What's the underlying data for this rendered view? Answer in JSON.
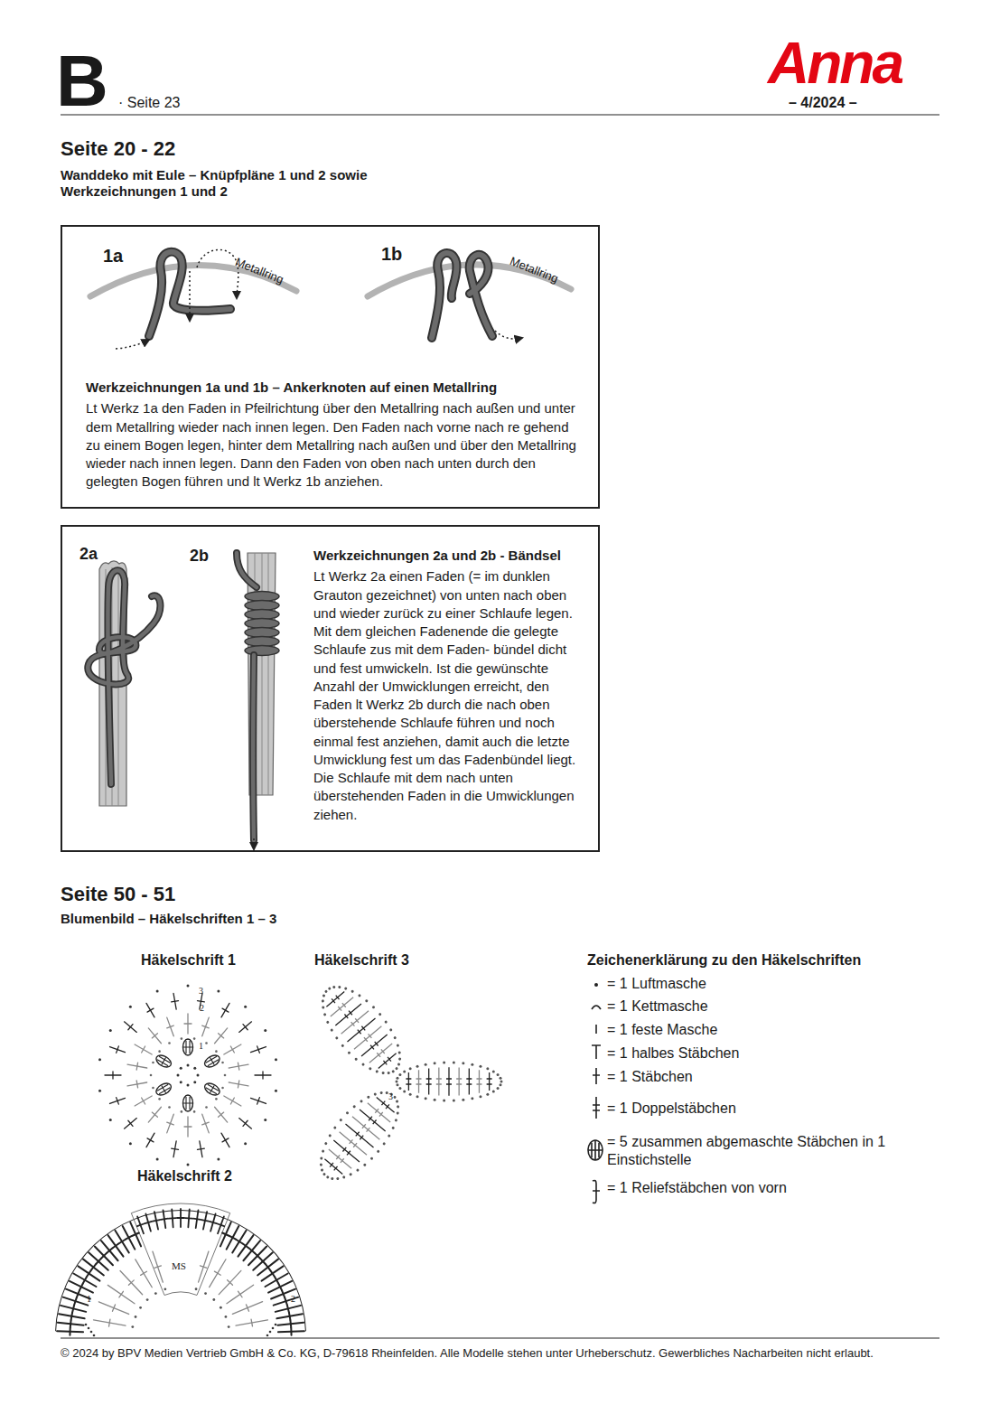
{
  "diagram": {
    "nodes": [
      {
        "text": [
          "Werkzeichnungen 1a und 1b – Ankerknoten auf einen Metallring",
          "Lt Werkz 1a den Faden in Pfeilrichtung über den Metallring nach außen und unter dem Metallring wieder nach innen legen. Den Faden nach vorne nach re gehend zu einem Bogen legen, hinter dem Metallring nach außen und über den Metallring wieder nach innen legen. Dann den Faden von oben nach unten durch den gelegten Bogen führen und lt Werkz 1b anziehen."
        ]
      },
      {
        "text": [
          "Werkzeichnungen 2a und 2b - Bändsel",
          "Lt Werkz 2a einen Faden (= im dunklen Grauton gezeichnet) von unten nach oben und wieder zurück zu einer Schlaufe legen. Mit dem gleichen Fadenende die gelegte Schlaufe zus mit dem Faden- bündel dicht und fest umwickeln. Ist die gewünschte Anzahl der Umwicklungen erreicht, den Faden lt Werkz 2b durch die nach oben überstehende Schlaufe führen und noch einmal fest anziehen, damit auch die letzte Umwicklung fest um das Fadenbündel liegt. Die Schlaufe mit dem nach unten überstehenden Faden in die Umwicklungen ziehen."
        ]
      }
    ],
    "labels": [
      "B",
      "· Seite 23",
      "Anna",
      "– 4/2024 –",
      "Seite 20 - 22",
      "Wanddeko mit Eule – Knüpfpläne 1 und 2 sowie Werkzeichnungen 1 und 2",
      "1a",
      "Metallring",
      "1b",
      "Metallring",
      "2a",
      "2b",
      "Seite 50 - 51",
      "Blumenbild – Häkelschriften 1 – 3",
      "Häkelschrift 1",
      "Häkelschrift 3",
      "Zeichenerklärung zu den Häkelschriften",
      "Häkelschrift 2",
      "3",
      "2",
      "1",
      "MS",
      "1",
      "2",
      "3",
      "© 2024 by BPV Medien Vertrieb GmbH & Co. KG, D-79618 Rheinfelden. Alle Modelle stehen unter Urheberschutz. Gewerbliches Nacharbeiten nicht erlaubt."
    ],
    "legend": [
      {
        "text": "= 1 Luftmasche"
      },
      {
        "text": "= 1 Kettmasche"
      },
      {
        "text": "= 1 feste Masche"
      },
      {
        "text": "= 1 halbes Stäbchen"
      },
      {
        "text": "= 1 Stäbchen"
      },
      {
        "text": "= 1 Doppelstäbchen"
      },
      {
        "text": "= 5 zusammen abgemaschte Stäbchen in 1 Einstichstelle"
      },
      {
        "text": "= 1 Reliefstäbchen von vorn"
      }
    ]
  }
}
